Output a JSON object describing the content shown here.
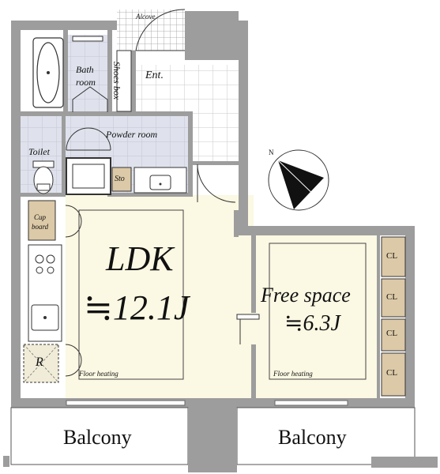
{
  "labels": {
    "alcove": "Alcove",
    "bath_line1": "Bath",
    "bath_line2": "room",
    "shoes_box": "Shoes box",
    "entrance": "Ent.",
    "powder_room": "Powder room",
    "toilet": "Toilet",
    "storage": "Sto",
    "cupboard_line1": "Cup",
    "cupboard_line2": "board",
    "refrigerator": "R",
    "ldk_name": "LDK",
    "ldk_size": "≒12.1J",
    "free_space_name": "Free space",
    "free_space_size": "≒6.3J",
    "floor_heating_ldk": "Floor heating",
    "floor_heating_free": "Floor heating",
    "closets": [
      "CL",
      "CL",
      "CL",
      "CL"
    ],
    "balcony_left": "Balcony",
    "balcony_right": "Balcony",
    "compass_north": "N"
  }
}
